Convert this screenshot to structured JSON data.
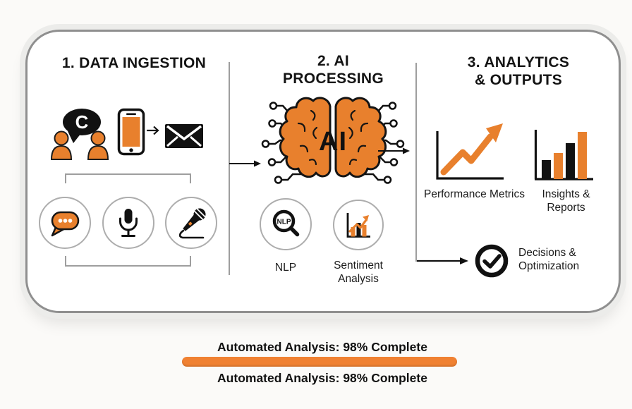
{
  "colors": {
    "accent_orange": "#E8802D",
    "progress_orange": "#F08132",
    "ink": "#151515",
    "line_gray": "#9E9E9E"
  },
  "stage1": {
    "title": "1. DATA INGESTION",
    "speech_bubble_letter": "C",
    "source_icons": [
      "conversation-people-icon",
      "smartphone-icon",
      "envelope-icon"
    ],
    "channel_icons": [
      "chat-bubble-icon",
      "studio-microphone-icon",
      "handheld-microphone-icon"
    ]
  },
  "stage2": {
    "title_line1": "2. AI",
    "title_line2": "PROCESSING",
    "brain_label": "AI",
    "nlp_glass_text": "NLP",
    "nlp_label": "NLP",
    "sentiment_label_line1": "Sentiment",
    "sentiment_label_line2": "Analysis"
  },
  "stage3": {
    "title_line1": "3. ANALYTICS",
    "title_line2": "& OUTPUTS",
    "performance_label": "Performance Metrics",
    "insights_label": "Insights & Reports",
    "decisions_label_line1": "Decisions &",
    "decisions_label_line2": "Optimization"
  },
  "footer": {
    "status_top": "Automated Analysis: 98% Complete",
    "status_bottom": "Automated Analysis: 98% Complete",
    "progress_percent": 98,
    "progress_fill_style": "width:98%"
  }
}
